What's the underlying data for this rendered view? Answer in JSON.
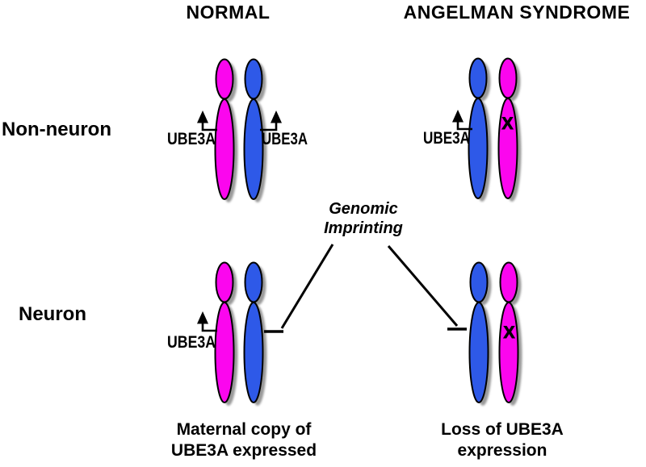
{
  "figure": {
    "column_headers": {
      "left": "NORMAL",
      "right": "ANGELMAN SYNDROME"
    },
    "row_headers": {
      "top": "Non-neuron",
      "bottom": "Neuron"
    },
    "gene_label": "UBE3A",
    "mutation_mark": "X",
    "center_annotation": {
      "line1": "Genomic",
      "line2": "Imprinting"
    },
    "captions": {
      "normal": {
        "line1": "Maternal copy of",
        "line2": "UBE3A expressed"
      },
      "angelman": {
        "line1": "Loss of UBE3A",
        "line2": "expression"
      }
    },
    "colors": {
      "maternal_chromosome": "#fb06ee",
      "paternal_chromosome": "#2e59e8",
      "outline": "#000000",
      "shadow": "#9a9a9a"
    }
  }
}
